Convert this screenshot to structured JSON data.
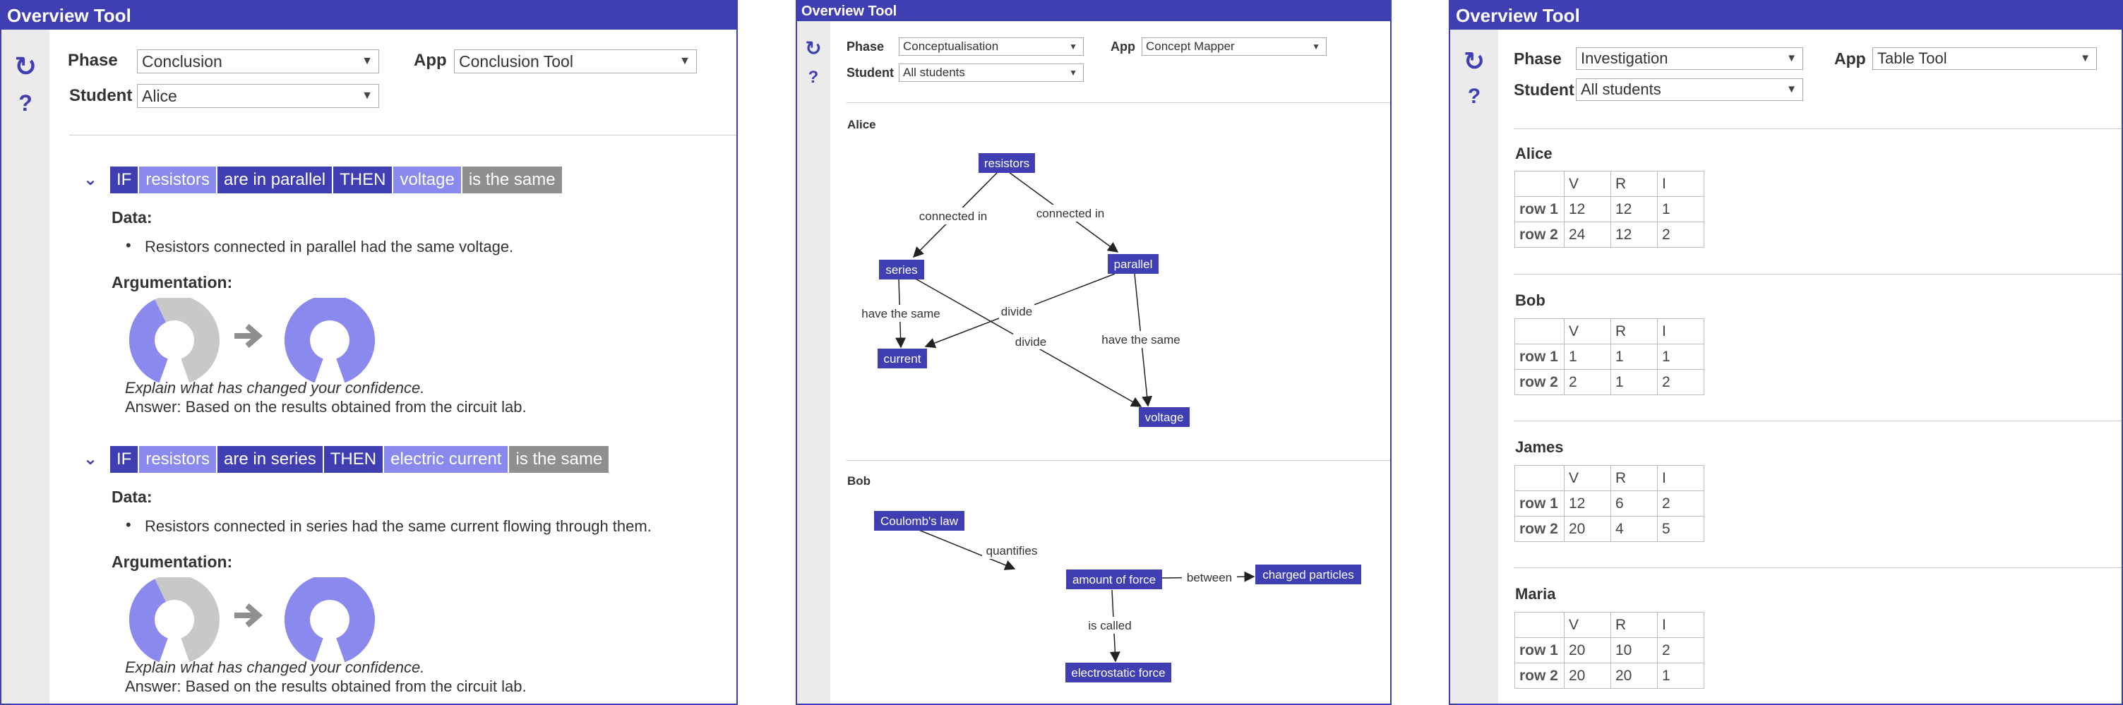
{
  "panel_conclusion": {
    "title": "Overview Tool",
    "phase_label": "Phase",
    "phase_value": "Conclusion",
    "app_label": "App",
    "app_value": "Conclusion Tool",
    "student_label": "Student",
    "student_value": "Alice",
    "hypotheses": [
      {
        "tokens": [
          "IF",
          "resistors",
          "are in parallel",
          "THEN",
          "voltage",
          "is the same"
        ],
        "data_label": "Data:",
        "data_item": "Resistors connected in parallel had the same voltage.",
        "argumentation_label": "Argumentation:",
        "confidence_before": 0.42,
        "confidence_after": 1.0,
        "question": "Explain what has changed your confidence.",
        "answer": "Answer: Based on the results obtained from the circuit lab."
      },
      {
        "tokens": [
          "IF",
          "resistors",
          "are in series",
          "THEN",
          "electric current",
          "is the same"
        ],
        "data_label": "Data:",
        "data_item": "Resistors connected in series had the same current flowing through them.",
        "argumentation_label": "Argumentation:",
        "confidence_before": 0.42,
        "confidence_after": 1.0,
        "question": "Explain what has changed your confidence.",
        "answer": "Answer: Based on the results obtained from the circuit lab."
      }
    ]
  },
  "panel_concepts": {
    "title": "Overview Tool",
    "phase_label": "Phase",
    "phase_value": "Conceptualisation",
    "app_label": "App",
    "app_value": "Concept Mapper",
    "student_label": "Student",
    "student_value": "All students",
    "maps": [
      {
        "student": "Alice",
        "concepts": [
          "resistors",
          "series",
          "parallel",
          "current",
          "voltage"
        ],
        "relations": [
          "connected in",
          "connected in",
          "have the same",
          "divide",
          "divide",
          "have the same"
        ]
      },
      {
        "student": "Bob",
        "concepts": [
          "Coulomb's law",
          "amount of force",
          "charged particles",
          "electrostatic force"
        ],
        "relations": [
          "quantifies",
          "between",
          "is called"
        ]
      }
    ]
  },
  "panel_tables": {
    "title": "Overview Tool",
    "phase_label": "Phase",
    "phase_value": "Investigation",
    "app_label": "App",
    "app_value": "Table Tool",
    "student_label": "Student",
    "student_value": "All students",
    "columns": [
      "V",
      "R",
      "I"
    ],
    "students": [
      {
        "name": "Alice",
        "rows": [
          {
            "label": "row 1",
            "values": [
              "12",
              "12",
              "1"
            ]
          },
          {
            "label": "row 2",
            "values": [
              "24",
              "12",
              "2"
            ]
          }
        ]
      },
      {
        "name": "Bob",
        "rows": [
          {
            "label": "row 1",
            "values": [
              "1",
              "1",
              "1"
            ]
          },
          {
            "label": "row 2",
            "values": [
              "2",
              "1",
              "2"
            ]
          }
        ]
      },
      {
        "name": "James",
        "rows": [
          {
            "label": "row 1",
            "values": [
              "12",
              "6",
              "2"
            ]
          },
          {
            "label": "row 2",
            "values": [
              "20",
              "4",
              "5"
            ]
          }
        ]
      },
      {
        "name": "Maria",
        "rows": [
          {
            "label": "row 1",
            "values": [
              "20",
              "10",
              "2"
            ]
          },
          {
            "label": "row 2",
            "values": [
              "20",
              "20",
              "1"
            ]
          }
        ]
      }
    ]
  },
  "icons": {
    "refresh": "refresh-icon",
    "help": "help-icon",
    "collapse": "chevron-down-icon",
    "arrow": "arrow-right-icon",
    "dropdown": "caret-down-icon"
  },
  "colors": {
    "accent": "#3f3fb3",
    "light_accent": "#8a8aee",
    "grey_token": "#8f8f8f"
  }
}
